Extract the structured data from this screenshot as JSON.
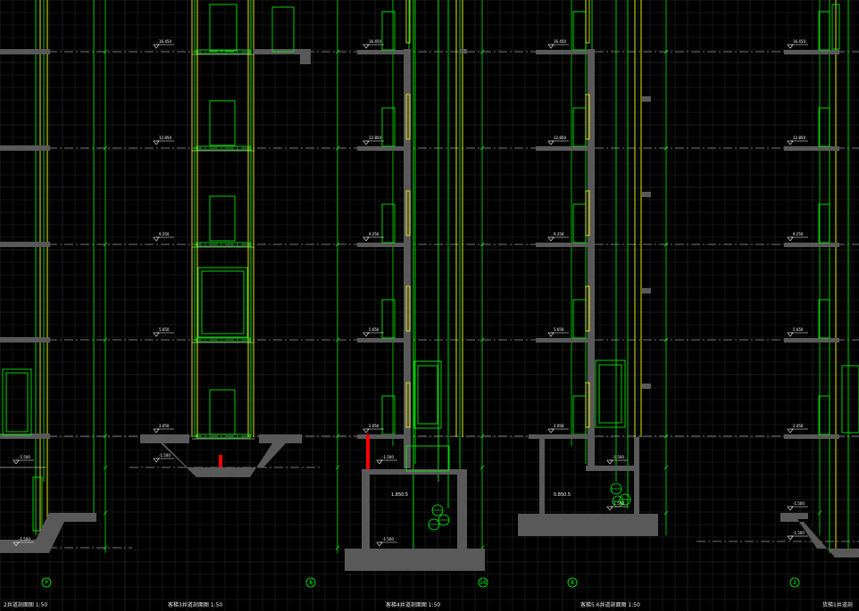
{
  "colors": {
    "background": "#000000",
    "grid": "#2a2a2a",
    "grid_major": "#3a3a3a",
    "wall": "#595959",
    "line_green": "#00ff00",
    "line_yellow": "#ffff00",
    "line_white": "#ffffff",
    "line_red": "#ff0000"
  },
  "drawing_captions": [
    "2井道剖面图 1:50",
    "客梯3井道剖面图 1:50",
    "客梯4井道剖面图 1:50",
    "客梯5.6井道剖面图 1:50",
    "货梯1井道剖"
  ],
  "axis_labels": [
    "P",
    "8",
    "16",
    "8",
    "2"
  ],
  "pit_labels": [
    "1.850.5",
    "0.850.5"
  ],
  "level_labels": [
    "16.450",
    "12.850",
    "9.250",
    "5.650",
    "2.050",
    "-1.500"
  ]
}
